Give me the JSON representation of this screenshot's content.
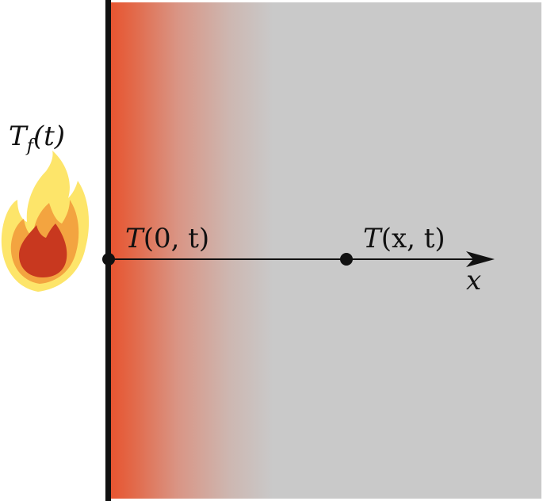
{
  "labels": {
    "flame_temperature": {
      "symbol": "T",
      "subscript": "f",
      "argument": "(t)"
    },
    "surface_temperature": {
      "symbol": "T",
      "argument": "(0, t)"
    },
    "interior_temperature": {
      "symbol": "T",
      "argument": "(x, t)"
    },
    "axis_variable": "x"
  },
  "colors": {
    "wall": "#111111",
    "hot_surface": "#e8532e",
    "medium_body": "#c9c9c9",
    "flame_outer": "#fde56a",
    "flame_middle": "#f3a440",
    "flame_inner": "#c8381f",
    "axis_line": "#111111",
    "point_marker": "#111111"
  },
  "icons": {
    "heat_source": "flame-icon",
    "axis_arrow": "arrowhead-icon",
    "point": "dot-marker"
  }
}
